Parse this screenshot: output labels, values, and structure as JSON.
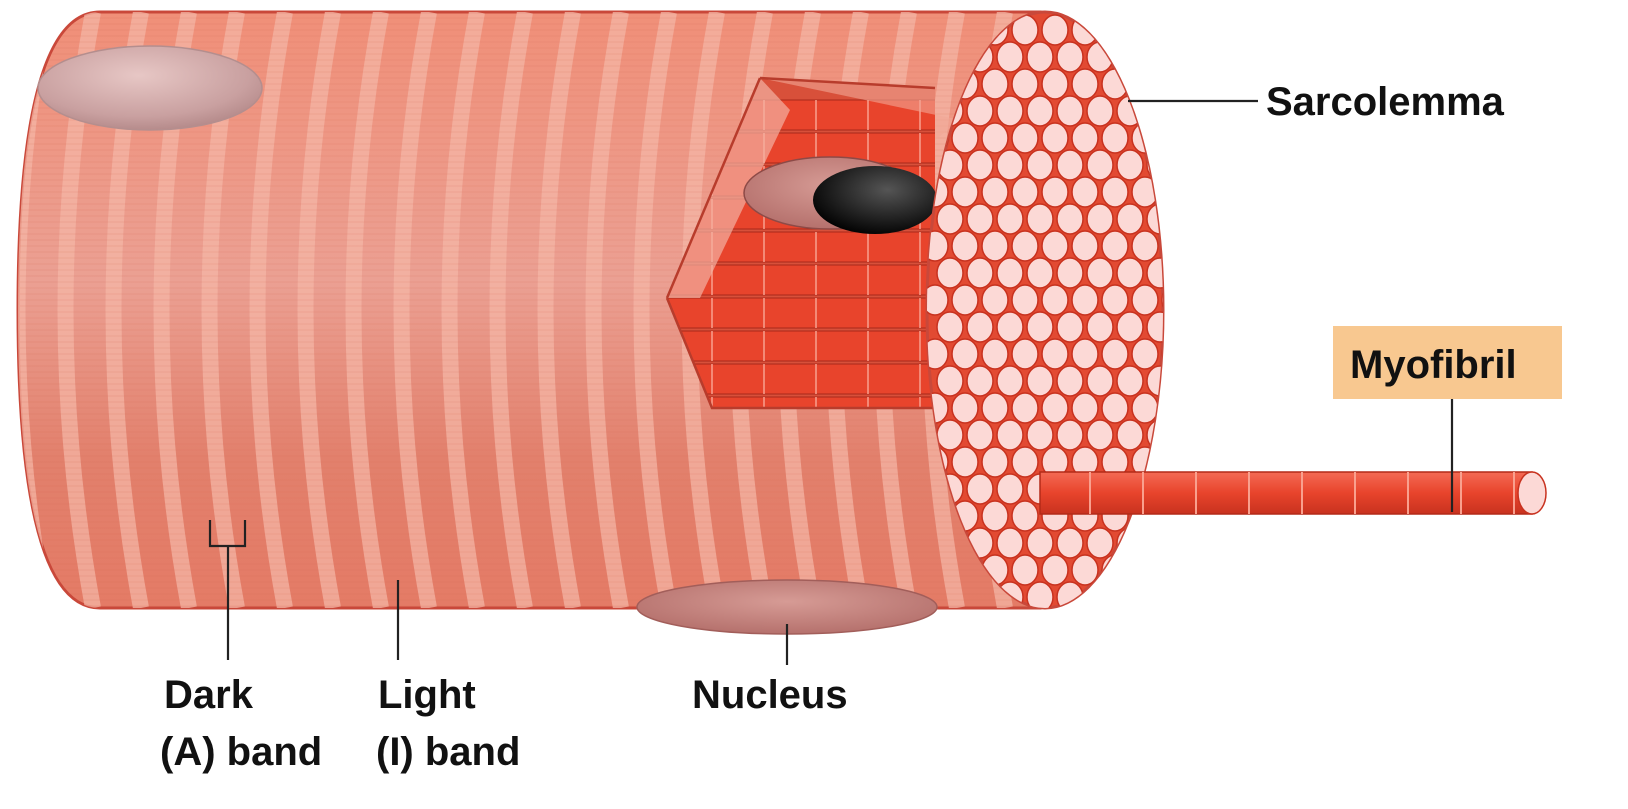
{
  "labels": {
    "sarcolemma": "Sarcolemma",
    "myofibril": "Myofibril",
    "nucleus": "Nucleus",
    "dark_band_line1": "Dark",
    "dark_band_line2": "(A) band",
    "light_band_line1": "Light",
    "light_band_line2": "(I) band"
  },
  "colors": {
    "muscle": "#e8826a",
    "muscle_edge": "#c9483a",
    "light_band": "#f4b6a6",
    "myofibril": "#e8442c",
    "myofibril_end": "#fcd9d6",
    "nucleus": "#c9a0a0",
    "myofibril_label_bg": "#f8c890",
    "leader_line": "#222222"
  }
}
